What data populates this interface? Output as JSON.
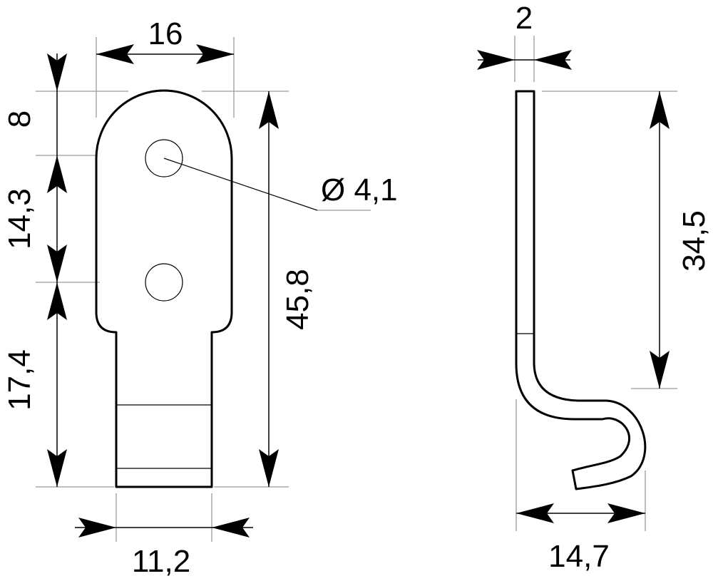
{
  "front_view": {
    "width_top": "16",
    "width_bottom": "11,2",
    "height_top_segment": "8",
    "height_mid_segment": "14,3",
    "height_bottom_segment": "17,4",
    "height_total": "45,8",
    "hole_diameter": "Ø 4,1"
  },
  "side_view": {
    "thickness": "2",
    "height": "34,5",
    "depth": "14,7"
  }
}
